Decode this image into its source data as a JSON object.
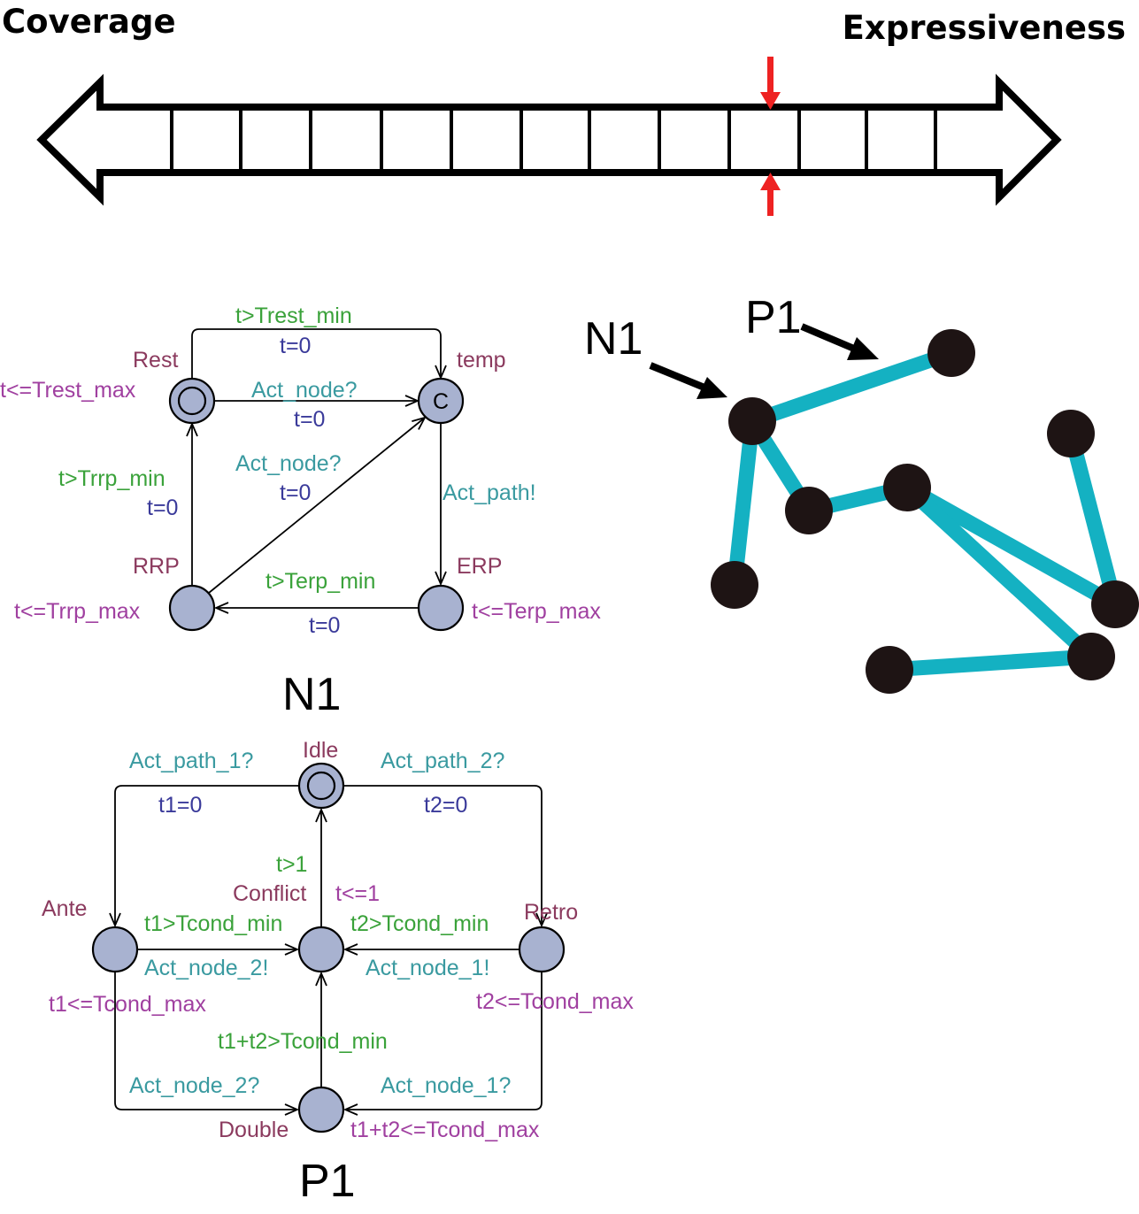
{
  "colors": {
    "location_name": "#8b3a5e",
    "invariant": "#a040a0",
    "guard": "#3aa23a",
    "sync": "#3a9aa0",
    "update": "#3a3a9a",
    "location_fill": "#a8b2d0",
    "graph_edge": "#14b1c2",
    "graph_node": "#1e1414",
    "marker": "#ee2222"
  },
  "scale": {
    "left_label": "Coverage",
    "right_label": "Expressiveness",
    "marker_segment": 9
  },
  "n1": {
    "caption": "N1",
    "locations": {
      "rest": "Rest",
      "temp": "temp",
      "rrp": "RRP",
      "erp": "ERP",
      "temp_committed": "C"
    },
    "invariants": {
      "rest": "t<=Trest_max",
      "rrp": "t<=Trrp_max",
      "erp": "t<=Terp_max"
    },
    "edges": {
      "rest_temp_top_guard": "t>Trest_min",
      "rest_temp_top_update": "t=0",
      "rest_temp_sync": "Act_node?",
      "rest_temp_update": "t=0",
      "rrp_temp_sync": "Act_node?",
      "rrp_temp_update": "t=0",
      "rrp_rest_guard": "t>Trrp_min",
      "rrp_rest_update": "t=0",
      "temp_erp_sync": "Act_path!",
      "erp_rrp_guard": "t>Terp_min",
      "erp_rrp_update": "t=0"
    }
  },
  "p1": {
    "caption": "P1",
    "locations": {
      "idle": "Idle",
      "ante": "Ante",
      "retro": "Retro",
      "conflict": "Conflict",
      "double": "Double"
    },
    "invariants": {
      "ante": "t1<=Tcond_max",
      "retro": "t2<=Tcond_max",
      "conflict": "t<=1",
      "double": "t1+t2<=Tcond_max"
    },
    "edges": {
      "idle_ante_sync": "Act_path_1?",
      "idle_ante_update": "t1=0",
      "idle_retro_sync": "Act_path_2?",
      "idle_retro_update": "t2=0",
      "conflict_idle_guard": "t>1",
      "ante_conflict_guard": "t1>Tcond_min",
      "ante_conflict_sync": "Act_node_2!",
      "retro_conflict_guard": "t2>Tcond_min",
      "retro_conflict_sync": "Act_node_1!",
      "double_conflict_guard": "t1+t2>Tcond_min",
      "ante_double_sync": "Act_node_2?",
      "retro_double_sync": "Act_node_1?"
    }
  },
  "network": {
    "n1_label": "N1",
    "p1_label": "P1",
    "nodes": [
      {
        "id": "a"
      },
      {
        "id": "b"
      },
      {
        "id": "c"
      },
      {
        "id": "d"
      },
      {
        "id": "e"
      },
      {
        "id": "f"
      },
      {
        "id": "g"
      },
      {
        "id": "h"
      },
      {
        "id": "i"
      }
    ],
    "edges": [
      [
        "a",
        "b"
      ],
      [
        "a",
        "c"
      ],
      [
        "a",
        "d"
      ],
      [
        "d",
        "e"
      ],
      [
        "e",
        "g"
      ],
      [
        "e",
        "h"
      ],
      [
        "f",
        "g"
      ],
      [
        "h",
        "i"
      ]
    ]
  }
}
